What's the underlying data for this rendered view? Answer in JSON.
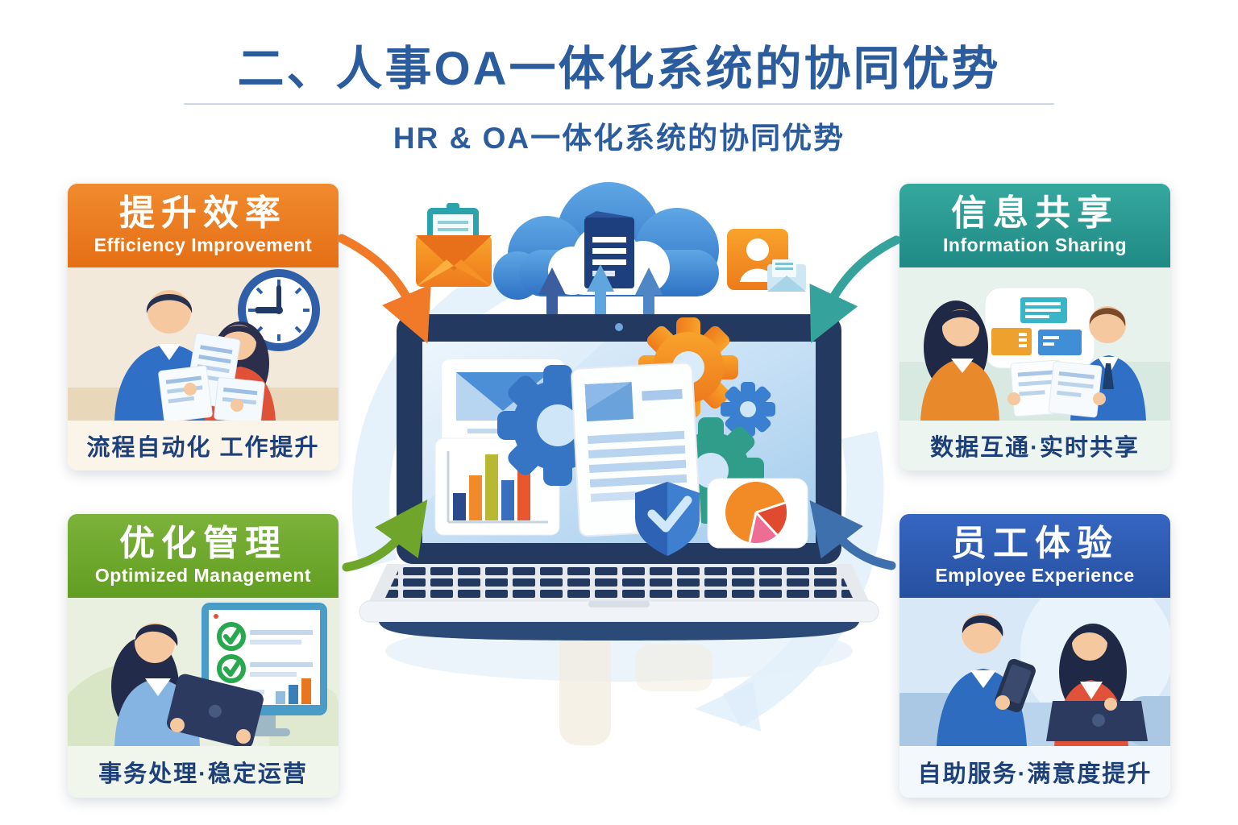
{
  "title": {
    "heading": "二、人事OA一体化系统的协同优势",
    "subheading": "HR & OA一体化系统的协同优势"
  },
  "cards": [
    {
      "position": "top-left",
      "header_cn": "提升效率",
      "header_en": "Efficiency Improvement",
      "caption": "流程自动化 工作提升",
      "accent_color": "#E8761F",
      "illustration": "two-colleagues-reviewing-documents-with-wall-clock"
    },
    {
      "position": "top-right",
      "header_cn": "信息共享",
      "header_en": "Information Sharing",
      "caption": "数据互通·实时共享",
      "accent_color": "#2E9B8F",
      "illustration": "two-colleagues-exchanging-documents-with-chat-bubble"
    },
    {
      "position": "bottom-left",
      "header_cn": "优化管理",
      "header_en": "Optimized Management",
      "caption": "事务处理·稳定运营",
      "accent_color": "#6CA52A",
      "illustration": "woman-with-laptop-and-checklist-monitor"
    },
    {
      "position": "bottom-right",
      "header_cn": "员工体验",
      "header_en": "Employee Experience",
      "caption": "自助服务·满意度提升",
      "accent_color": "#2D5BB5",
      "illustration": "man-with-phone-and-woman-with-laptop"
    }
  ],
  "center": {
    "icons": [
      "cloud-icon",
      "document-sync-icon",
      "email-attachment-icon",
      "clipboard-icon",
      "contact-card-icon",
      "upload-arrow-icon",
      "laptop",
      "email-window-icon",
      "bar-chart-icon",
      "gear-icon",
      "document-icon",
      "shield-check-icon",
      "pie-chart-icon"
    ],
    "colors": {
      "cloud": "#3B82D0",
      "laptop_body": "#24395F",
      "screen": "#BFDDF4"
    }
  },
  "palette": {
    "title_text": "#2B5C9E",
    "caption_text": "#1D3F7A",
    "arrow_orange": "#F07A28",
    "arrow_teal": "#35A39B",
    "arrow_green": "#6FA52B",
    "arrow_blue": "#3E70AE"
  }
}
